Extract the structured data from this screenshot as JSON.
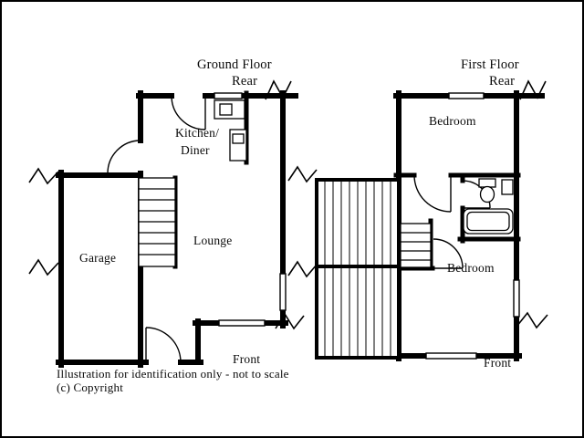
{
  "ground_floor": {
    "title": "Ground Floor",
    "subtitle": "Rear",
    "front_label": "Front",
    "rooms": {
      "kitchen_line1": "Kitchen/",
      "kitchen_line2": "Diner",
      "lounge": "Lounge",
      "garage": "Garage"
    }
  },
  "first_floor": {
    "title": "First Floor",
    "subtitle": "Rear",
    "front_label": "Front",
    "rooms": {
      "bedroom_rear": "Bedroom",
      "bedroom_front": "Bedroom"
    }
  },
  "footer": {
    "disclaimer": "Illustration for identification only - not to scale",
    "copyright": "(c) Copyright"
  },
  "symbols": [
    "stairs",
    "door-arc",
    "window",
    "toilet-icon",
    "bathtub-icon",
    "basin",
    "sink-unit",
    "cooker",
    "break-line-icon",
    "hatched-garage-roof"
  ],
  "colors": {
    "wall": "#000000",
    "background": "#ffffff"
  }
}
